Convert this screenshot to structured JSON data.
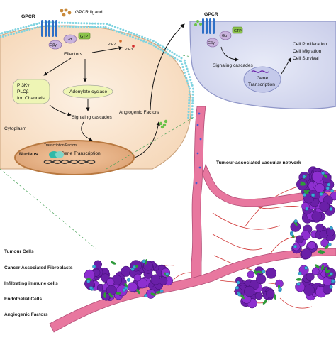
{
  "left_cell": {
    "receptor": "GPCR",
    "ligand": "GPCR ligand",
    "g_alpha": "Gα",
    "g_beta_gamma": "Gβγ",
    "gtp": "GTP",
    "effectors": "Effectors",
    "pip2": "PIP2",
    "pip3": "PIP3",
    "pi3k": "PI3Kγ",
    "plc": "PLCβ",
    "ion_channels": "Ion Channels",
    "adenylate_cyclase": "Adenylate cyclase",
    "signaling_cascades": "Signaling cascades",
    "angiogenic_factors": "Angiogenic Factors",
    "cytoplasm": "Cytoplasm",
    "nucleus": "Nucleus",
    "transcription_factors": "Transcription Factors",
    "gene_transcription": "Gene Transcription"
  },
  "right_cell": {
    "receptor": "GPCR",
    "g_alpha": "Gα",
    "g_beta_gamma": "Gβγ",
    "gtp": "GTP",
    "signaling_cascades": "Signaling cascades",
    "gene": "Gene",
    "transcription": "Transcription",
    "outcomes": [
      "Cell Proliferation",
      "Cell Migration",
      "Cell Survival"
    ]
  },
  "vascular_network_label": "Tumour-associated vascular network",
  "legend": [
    {
      "label": "Tumour Cells",
      "color": "#6a1fa8"
    },
    {
      "label": "Cancer Associated Fibroblasts",
      "color": "#2e9a3a"
    },
    {
      "label": "Infiltrating immune cells",
      "color": "#3aa7d8"
    },
    {
      "label": "Endothelial Cells",
      "color": "#e0609a"
    },
    {
      "label": "Angiogenic Factors",
      "color": "#6bc24a"
    }
  ],
  "colors": {
    "cell_fill": "#fbe7d2",
    "right_cell_fill": "#dcdff2",
    "nucleus_fill": "#e9b48a",
    "membrane": "#7fd3e0",
    "vessel": "#e8779f",
    "tumour": "#6a1fa8"
  }
}
